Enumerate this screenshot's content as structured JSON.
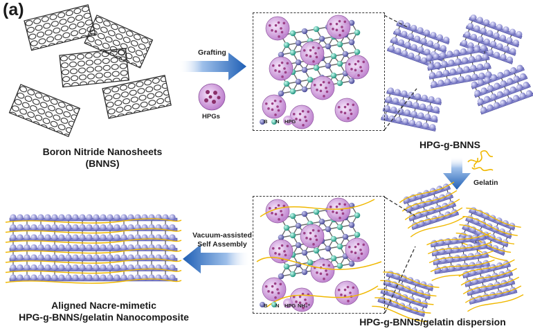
{
  "panel_label": "(a)",
  "labels": {
    "bnns_line1": "Boron Nitride Nanosheets",
    "bnns_line2": "(BNNS)",
    "hpg_g_bnns": "HPG-g-BNNS",
    "dispersion": "HPG-g-BNNS/gelatin dispersion",
    "nano_line1": "Aligned Nacre-mimetic",
    "nano_line2": "HPG-g-BNNS/gelatin Nanocomposite"
  },
  "arrows": {
    "grafting": "Grafting",
    "gelatin": "Gelatin",
    "vacuum_line1": "Vacuum-assisted",
    "vacuum_line2": "Self Assembly"
  },
  "hpg_label": "HPGs",
  "legend_top": {
    "b": "B",
    "n": "N",
    "hpg": "HPG"
  },
  "legend_bottom": {
    "b": "B",
    "n": "N",
    "hpg": "HPG",
    "nh3": "NH₃⁺"
  },
  "colors": {
    "boron": "#3e3f8f",
    "nitrogen": "#1fb39a",
    "hpg": "#b56fc6",
    "sheet_body": "#7f80c9",
    "gelatin": "#f0b800",
    "arrow": "#2563b8",
    "frame": "#333333"
  }
}
